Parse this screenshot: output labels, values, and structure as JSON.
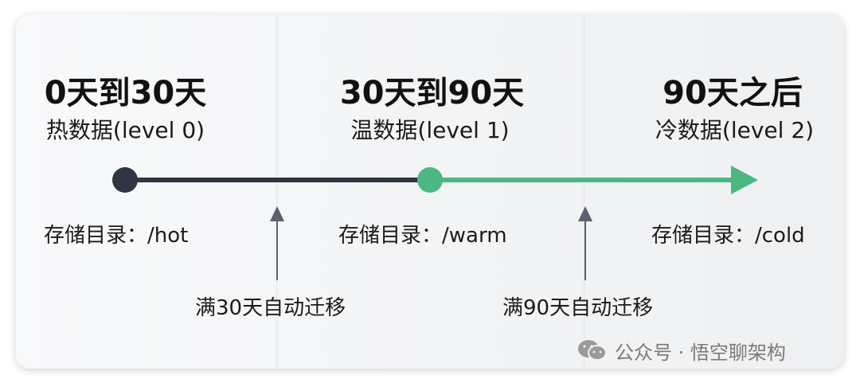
{
  "stages": [
    {
      "period": "0天到30天",
      "level": "热数据(level 0)",
      "dir": "存储目录：/hot"
    },
    {
      "period": "30天到90天",
      "level": "温数据(level 1)",
      "dir": "存储目录：/warm"
    },
    {
      "period": "90天之后",
      "level": "冷数据(level 2)",
      "dir": "存储目录：/cold"
    }
  ],
  "migrations": [
    {
      "label": "满30天自动迁移"
    },
    {
      "label": "满90天自动迁移"
    }
  ],
  "watermark": {
    "icon": "wechat-icon",
    "text": "公众号 · 悟空聊架构"
  },
  "colors": {
    "hot": "#2f3542",
    "warm": "#4cb782",
    "arrow": "#5a6270"
  }
}
